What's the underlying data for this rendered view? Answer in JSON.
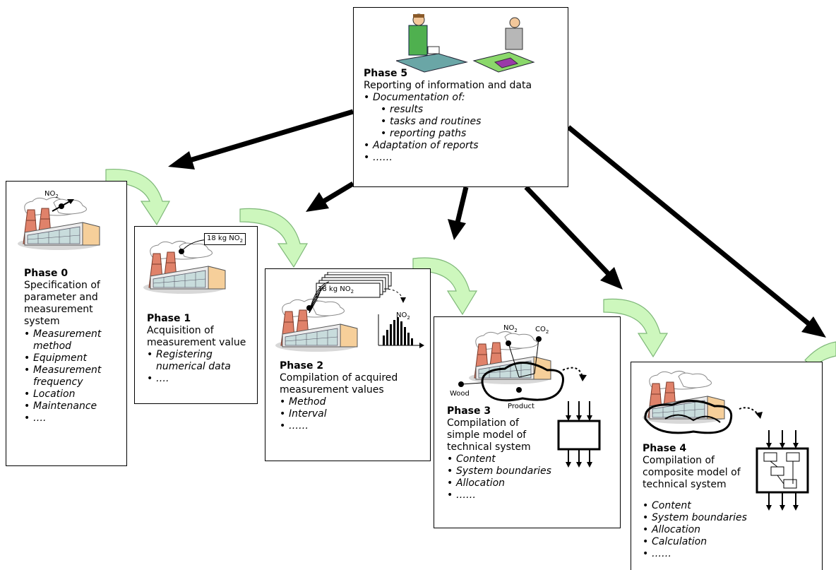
{
  "phases": [
    {
      "title": "Phase 0",
      "description": "Specification of parameter and measurement system",
      "items": [
        "Measurement method",
        "Equipment",
        "Measurement frequency",
        "Location",
        "Maintenance",
        "…."
      ],
      "labels": [
        "NO",
        "2"
      ]
    },
    {
      "title": "Phase 1",
      "description": "Acquisition of measurement value",
      "items": [
        "Registering numerical data",
        "…."
      ],
      "labels": [
        "18 kg NO",
        "2"
      ]
    },
    {
      "title": "Phase 2",
      "description": "Compilation of acquired measurement values",
      "items": [
        "Method",
        "Interval",
        "……"
      ],
      "labels": [
        "18 kg NO",
        "2",
        "NO",
        "2"
      ]
    },
    {
      "title": "Phase 3",
      "description": "Compilation of simple model of technical system",
      "items": [
        "Content",
        "System boundaries",
        "Allocation",
        "……"
      ],
      "labels": [
        "NO",
        "2",
        "CO",
        "2",
        "Wood",
        "Product"
      ]
    },
    {
      "title": "Phase 4",
      "description": "Compilation of composite model of technical system",
      "items": [
        "Content",
        "System boundaries",
        "Allocation",
        "Calculation",
        "……"
      ]
    },
    {
      "title": "Phase 5",
      "description": "Reporting of information and data",
      "items": [
        "Documentation of:",
        "results",
        "tasks and routines",
        "reporting paths",
        "Adaptation of reports",
        "……"
      ]
    }
  ],
  "colors": {
    "stack": "#e0826a",
    "building": "#f6cf9a",
    "cloud": "#ffffff",
    "curved_arrow": "#cdf7bd",
    "arrow_stroke": "#7fb879"
  }
}
